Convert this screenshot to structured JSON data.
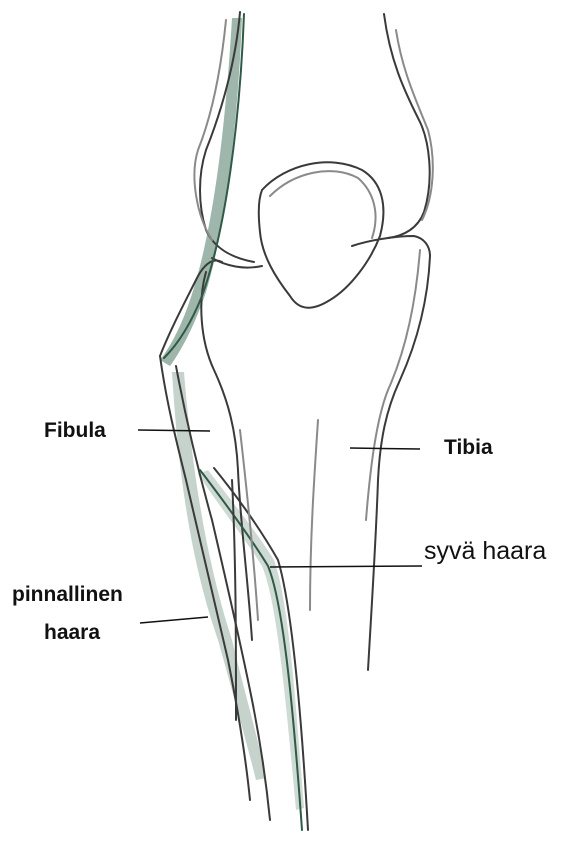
{
  "labels": {
    "fibula": "Fibula",
    "tibia": "Tibia",
    "deep_branch": "syvä haara",
    "superficial_branch_line1": "pinnallinen",
    "superficial_branch_line2": "haara"
  },
  "colors": {
    "pencil": "#3a3a3a",
    "pencil_light": "#8a8a8a",
    "nerve": "#4f7a66",
    "nerve_dark": "#2f5a47",
    "leader_line": "#111111",
    "background": "#ffffff"
  }
}
